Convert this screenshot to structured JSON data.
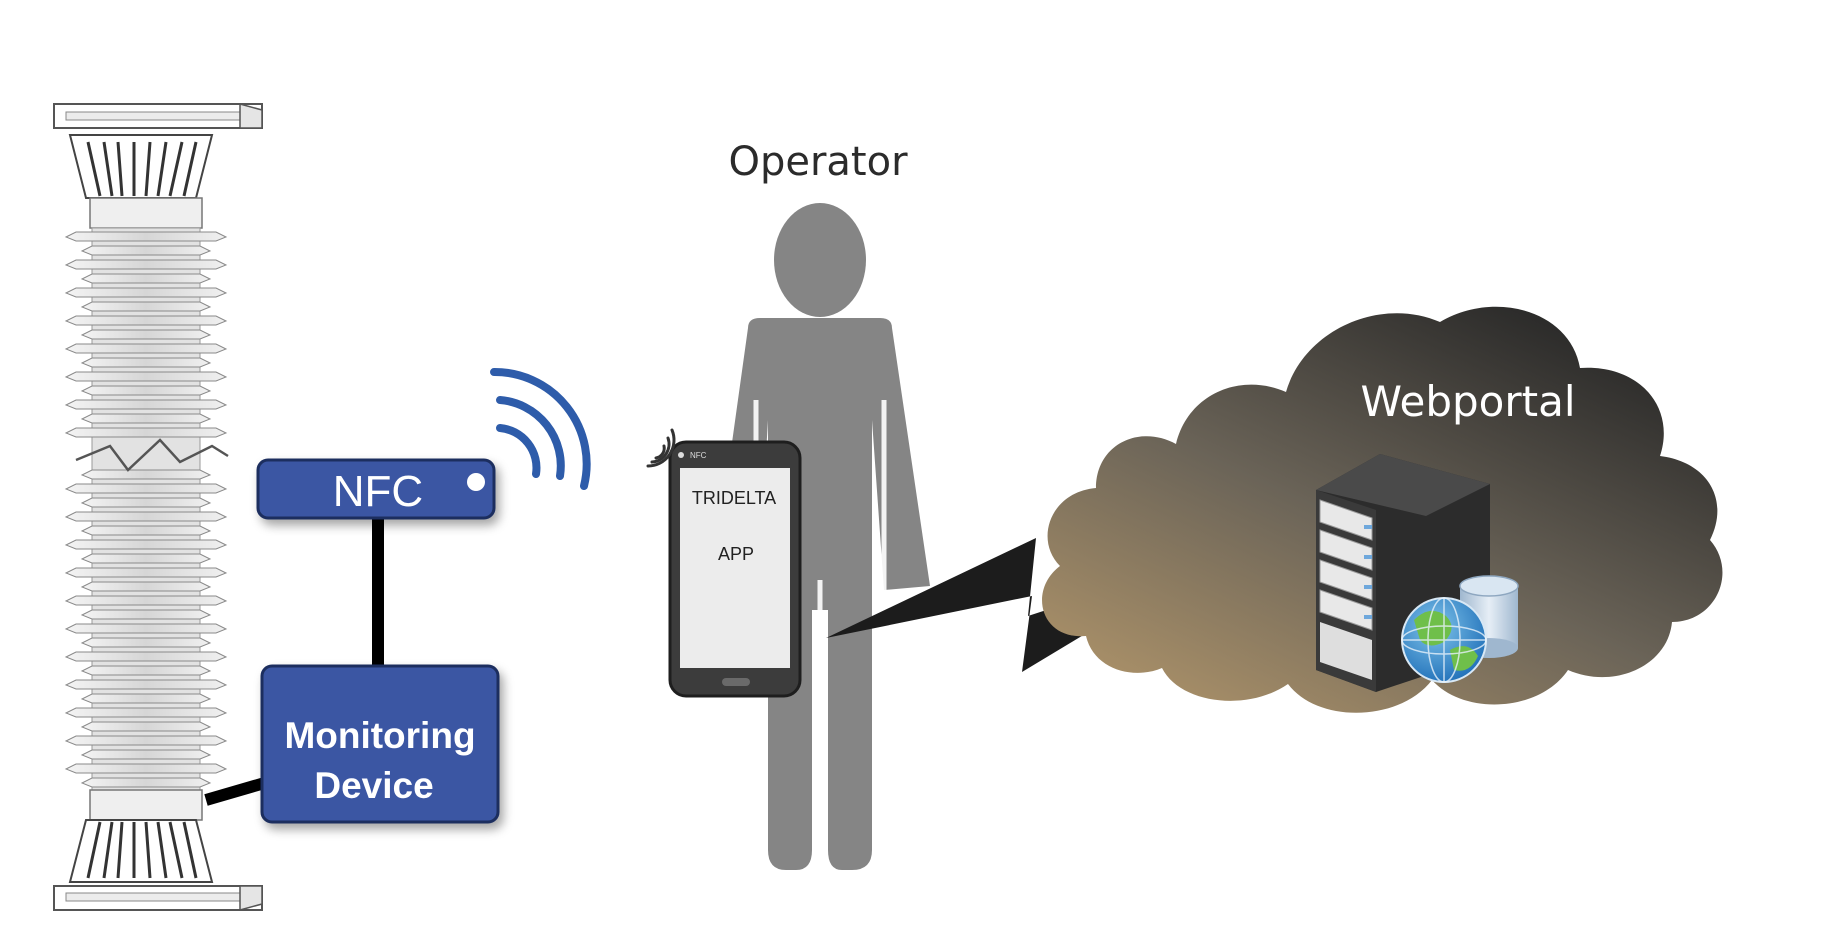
{
  "labels": {
    "nfc": "NFC",
    "monitoring_line1": "Monitoring",
    "monitoring_line2": "Device",
    "operator": "Operator",
    "webportal": "Webportal",
    "app_line1": "TRIDELTA",
    "app_line2": "APP",
    "phone_status": "NFC"
  },
  "icons": [
    "insulator-icon",
    "wifi-signal-icon",
    "person-icon",
    "smartphone-icon",
    "lightning-link-icon",
    "cloud-icon",
    "server-icon",
    "globe-icon",
    "database-icon"
  ],
  "colors": {
    "device_blue": "#3a57a3",
    "signal_blue": "#2e5caa",
    "person_gray": "#858585",
    "cloud_dark": "#2f2f2f",
    "cloud_warm": "#a08a66"
  }
}
